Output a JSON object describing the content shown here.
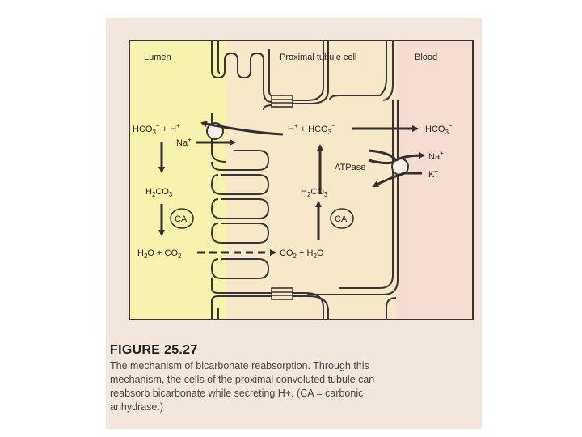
{
  "diagram": {
    "regions": {
      "lumen": "Lumen",
      "cell": "Proximal tubule cell",
      "blood": "Blood"
    },
    "labels": {
      "lumen_hco3_h": [
        "HCO",
        "3",
        "−",
        " + H",
        "+"
      ],
      "lumen_na": [
        "Na",
        "+"
      ],
      "lumen_h2co3": [
        "H",
        "2",
        "CO",
        "3"
      ],
      "lumen_ca": "CA",
      "lumen_h2o_co2": [
        "H",
        "2",
        "O + CO",
        "2"
      ],
      "cell_h_hco3": [
        "H",
        "+",
        " + HCO",
        "3",
        "−"
      ],
      "cell_atpase": "ATPase",
      "cell_h2co3": [
        "H",
        "2",
        "CO",
        "3"
      ],
      "cell_ca": "CA",
      "cell_co2_h2o": [
        "CO",
        "2",
        " + H",
        "2",
        "O"
      ],
      "blood_hco3": [
        "HCO",
        "3",
        "−"
      ],
      "blood_na": [
        "Na",
        "+"
      ],
      "blood_k": [
        "K",
        "+"
      ]
    },
    "colors": {
      "lumen_fill": "#f6f2b0",
      "cell_fill": "#f6e8c8",
      "blood_fill": "#f4dcd0",
      "line": "#3a3333"
    }
  },
  "caption": {
    "title": "FIGURE 25.27",
    "lines": [
      "The mechanism of bicarbonate reabsorption. Through this",
      "mechanism, the cells of the proximal convoluted tubule can",
      "reabsorb bicarbonate while secreting H+. (CA = carbonic",
      "anhydrase.)"
    ]
  }
}
